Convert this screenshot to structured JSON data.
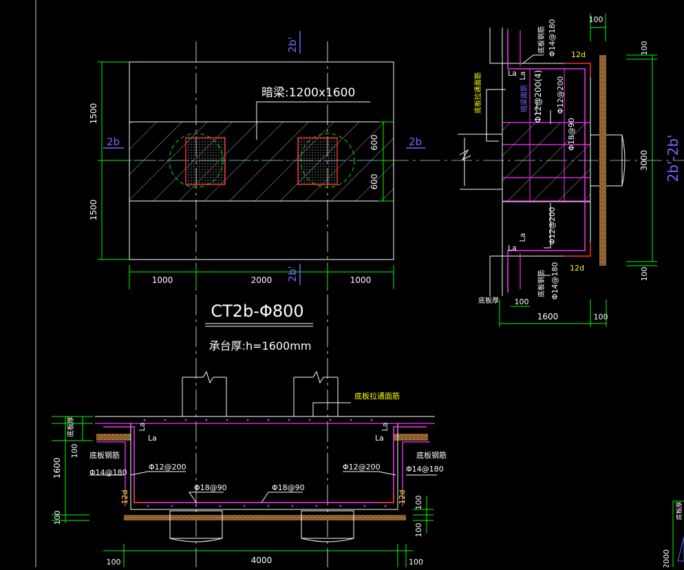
{
  "colors": {
    "background": "#000000",
    "outline": "#ffffff",
    "dimension": "#00ff00",
    "column": "#ff3333",
    "pile": "#00cc00",
    "rebar": "#ff33ff",
    "section_tag": "#7766ff",
    "note": "#ffff00",
    "axis": "#cccccc"
  },
  "plan": {
    "beam_label": "暗梁:1200x1600",
    "title": "CT2b-Φ800",
    "subtitle": "承台厚:h=1600mm",
    "dims_bottom": [
      "1000",
      "2000",
      "1000"
    ],
    "dims_left": [
      "1500",
      "1500"
    ],
    "dims_right": [
      "600",
      "600"
    ],
    "section_top": "2b'",
    "section_bottom": "2b'",
    "section_left": "2b",
    "section_right": "2b"
  },
  "section_right": {
    "title": "2b'-2b'",
    "top_rebar": "Φ14@180",
    "bottom_rebar": "Φ14@180",
    "top_note": "底板钢筋",
    "bottom_note": "底板钢筋",
    "side_note": "底板拉通面筋",
    "vertical_note": "暗梁面筋",
    "stirrup": "Φ12@200(4)",
    "side_bar_top": "Φ12@200",
    "side_bar_bottom": "Φ12@200",
    "pile_bar": "Φ18@90",
    "anchor_top": "12d",
    "anchor_bottom": "12d",
    "la": "La",
    "slab_thk": "底板厚",
    "dim_100_top": "100",
    "dim_100_bottom": "100",
    "dim_3000": "3000",
    "dim_1600": "1600",
    "dim_100_a": "100",
    "dim_100_b": "100",
    "dim_100_left": "100"
  },
  "section_bottom": {
    "note_top": "底板拉通面筋",
    "slab_thk": "底板厚",
    "slab_rebar_left": "底板钢筋",
    "slab_rebar_right": "底板钢筋",
    "left_rebar": "Φ14@180",
    "right_rebar": "Φ14@180",
    "side_left": "Φ12@200",
    "side_right": "Φ12@200",
    "bottom_left": "Φ18@90",
    "bottom_right": "Φ18@90",
    "anchor_left": "12d",
    "anchor_right": "12d",
    "la": "La",
    "dim_1600": "1600",
    "dim_100_a": "100",
    "dim_100_b": "100",
    "dim_100_c": "100",
    "dim_100_d": "100",
    "dim_4000": "4000",
    "dim_100_left": "100",
    "dim_100_right": "100",
    "dim_2000": "2000",
    "dim_100_small": "100",
    "edge_label": "底板厚"
  }
}
